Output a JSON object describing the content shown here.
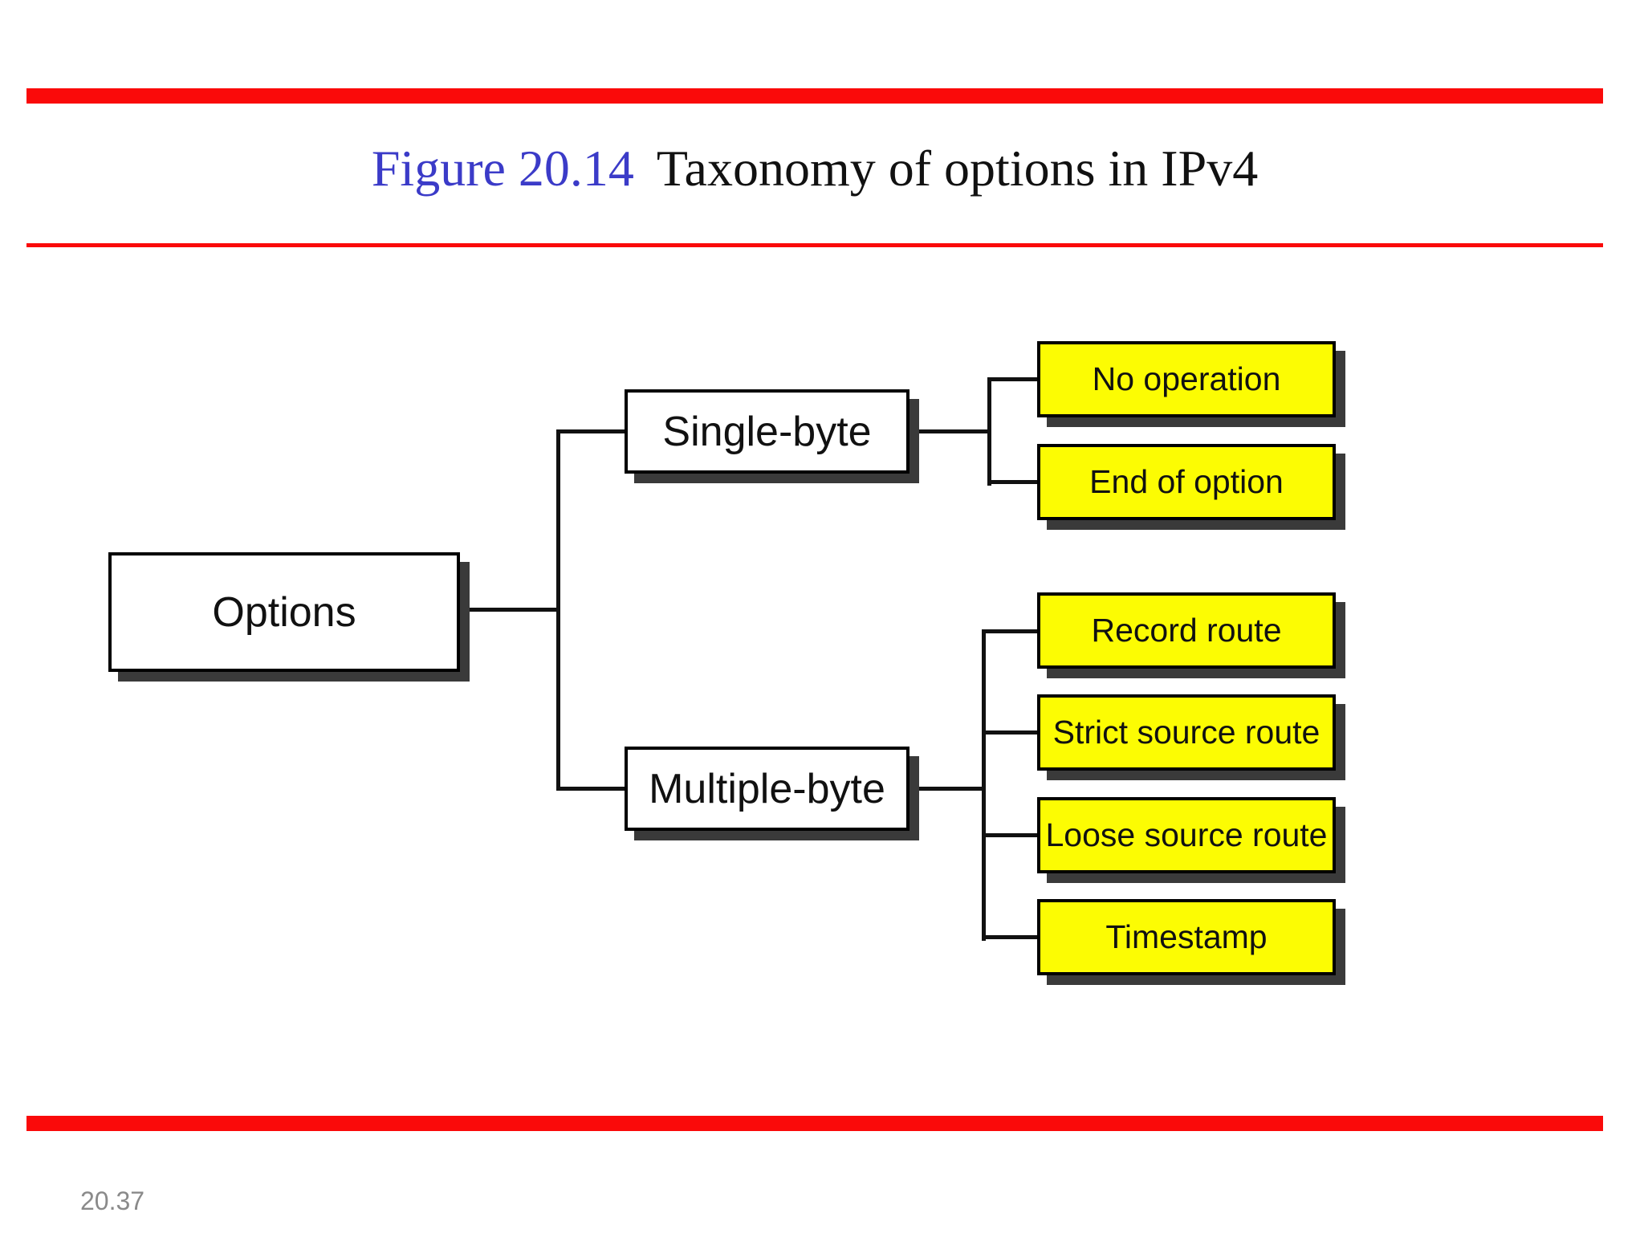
{
  "slide": {
    "title_figure": "Figure 20.14",
    "title_text": "Taxonomy of options in IPv4",
    "page_number": "20.37"
  },
  "colors": {
    "accent_red": "#fa0a0a",
    "title_blue": "#3b3bc8",
    "box_yellow": "#fcfc03",
    "box_white": "#ffffff",
    "shadow_gray": "#3a3a3a",
    "line_black": "#111111",
    "footer_gray": "#8a8a8a"
  },
  "diagram": {
    "root": {
      "label": "Options"
    },
    "branches": [
      {
        "label": "Single-byte",
        "children": [
          {
            "label": "No operation"
          },
          {
            "label": "End of option"
          }
        ]
      },
      {
        "label": "Multiple-byte",
        "children": [
          {
            "label": "Record route"
          },
          {
            "label": "Strict source route"
          },
          {
            "label": "Loose source route"
          },
          {
            "label": "Timestamp"
          }
        ]
      }
    ]
  }
}
